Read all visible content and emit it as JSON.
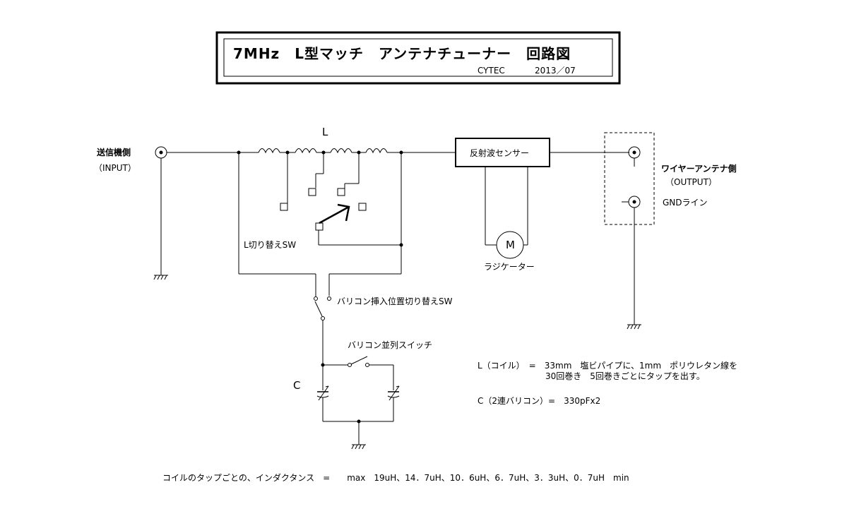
{
  "title": {
    "main": "7MHz　L型マッチ　アンテナチューナー　回路図",
    "author": "CYTEC",
    "date": "2013／07"
  },
  "input": {
    "label": "送信機側",
    "sub": "（INPUT）"
  },
  "output": {
    "label": "ワイヤーアンテナ側",
    "sub": "（OUTPUT）",
    "gnd": "GNDライン"
  },
  "components": {
    "coil_label": "L",
    "l_switch": "L切り替えSW",
    "sensor": "反射波センサー",
    "meter_symbol": "M",
    "meter_label": "ラジケーター",
    "varicon_position_switch": "バリコン挿入位置切り替えSW",
    "varicon_parallel_switch": "バリコン並列スイッチ",
    "capacitor_label": "C"
  },
  "notes": {
    "coil_line1": "L（コイル）　=　33mm　塩ビパイプに、1mm　ポリウレタン線を",
    "coil_line2": "30回巻き　5回巻きごとにタップを出す。",
    "capacitor": "C（2連バリコン）=　330pFx2",
    "inductance": "コイルのタップごとの、インダクタンス　=　　max　19uH、14．7uH、10．6uH、6．7uH、3．3uH、0．7uH　min"
  }
}
